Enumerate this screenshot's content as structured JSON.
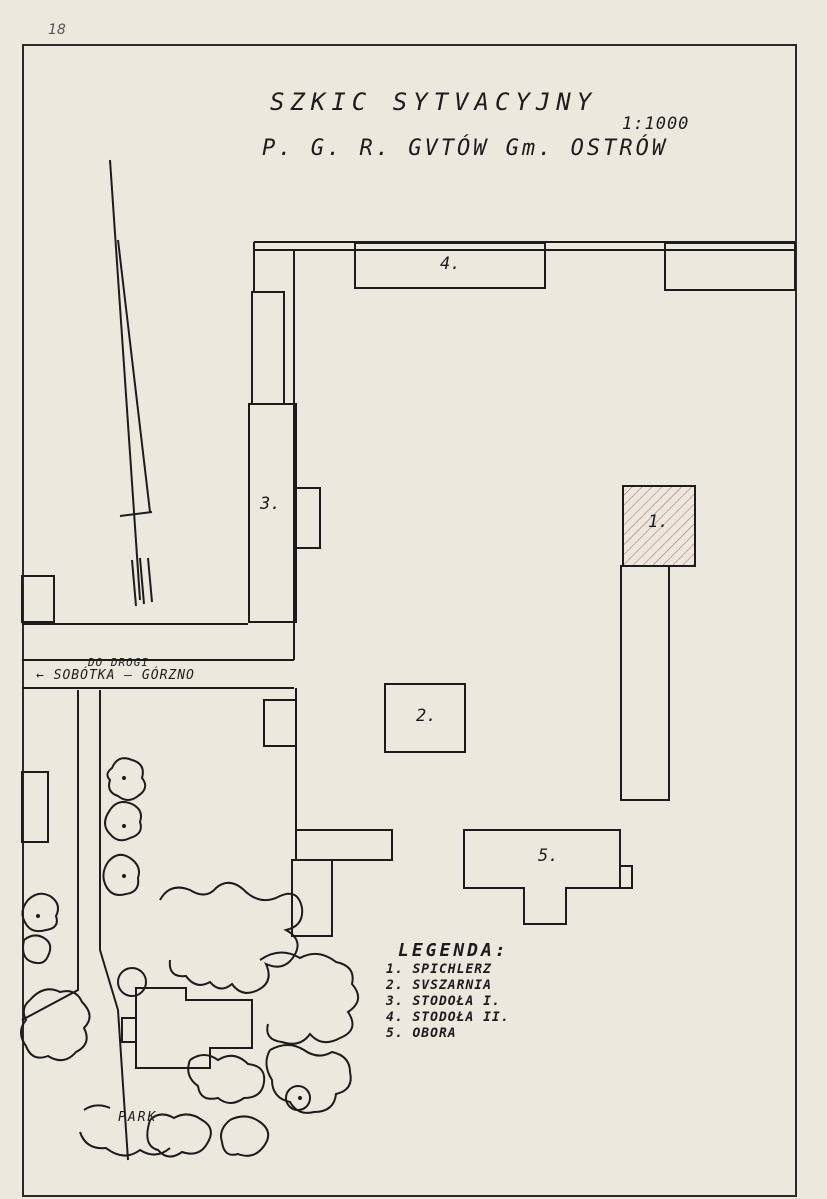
{
  "page_number": "18",
  "title": {
    "line1": "SZKIC SYTVACYJNY",
    "line2": "P. G. R. GVTÓW Gm. OSTRÓW",
    "scale": "1:1000"
  },
  "road_label": {
    "line1": "DO DROGI",
    "line2": "← SOBÓTKA – GÓRZNO"
  },
  "park_label": "PARK",
  "buildings": [
    {
      "number": "1."
    },
    {
      "number": "2."
    },
    {
      "number": "3."
    },
    {
      "number": "4."
    },
    {
      "number": "5."
    }
  ],
  "legend": {
    "title": "LEGENDA:",
    "items": [
      "1. SPICHLERZ",
      "2. SVSZARNIA",
      "3. STODOŁA I.",
      "4. STODOŁA II.",
      "5. OBORA"
    ]
  },
  "colors": {
    "paper": "#ebe9de",
    "ink": "#1c1c1c",
    "hatch": "#c46a7a"
  }
}
